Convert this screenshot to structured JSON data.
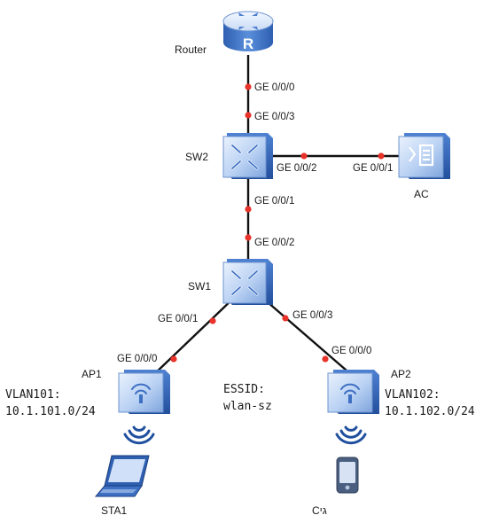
{
  "devices": {
    "router": "Router",
    "sw2": "SW2",
    "sw1": "SW1",
    "ac": "AC",
    "ap1": "AP1",
    "ap2": "AP2",
    "sta1": "STA1",
    "sta2": "Cגי"
  },
  "ports": {
    "router_down": "GE 0/0/0",
    "sw2_up": "GE 0/0/3",
    "sw2_ac": "GE 0/0/2",
    "ac_port": "GE 0/0/1",
    "sw2_down": "GE 0/0/1",
    "sw1_up": "GE 0/0/2",
    "sw1_ap1": "GE 0/0/1",
    "sw1_ap2": "GE 0/0/3",
    "ap1_port": "GE 0/0/0",
    "ap2_port": "GE 0/0/0"
  },
  "notes": {
    "vlan_ap1_name": "VLAN101:",
    "vlan_ap1_net": "10.1.101.0/24",
    "vlan_ap2_name": "VLAN102:",
    "vlan_ap2_net": "10.1.102.0/24",
    "essid_label": "ESSID:",
    "essid_value": "wlan-sz"
  },
  "colors": {
    "device_light": "#dce9fb",
    "device_dark": "#3d6fc2",
    "link": "#111111",
    "port_dot": "#e8332a"
  },
  "icons": {
    "router": "router-icon",
    "switch": "switch-icon",
    "ac": "access-controller-icon",
    "ap": "access-point-icon",
    "wifi": "wifi-signal-icon",
    "laptop": "laptop-icon",
    "phone": "phone-icon"
  }
}
